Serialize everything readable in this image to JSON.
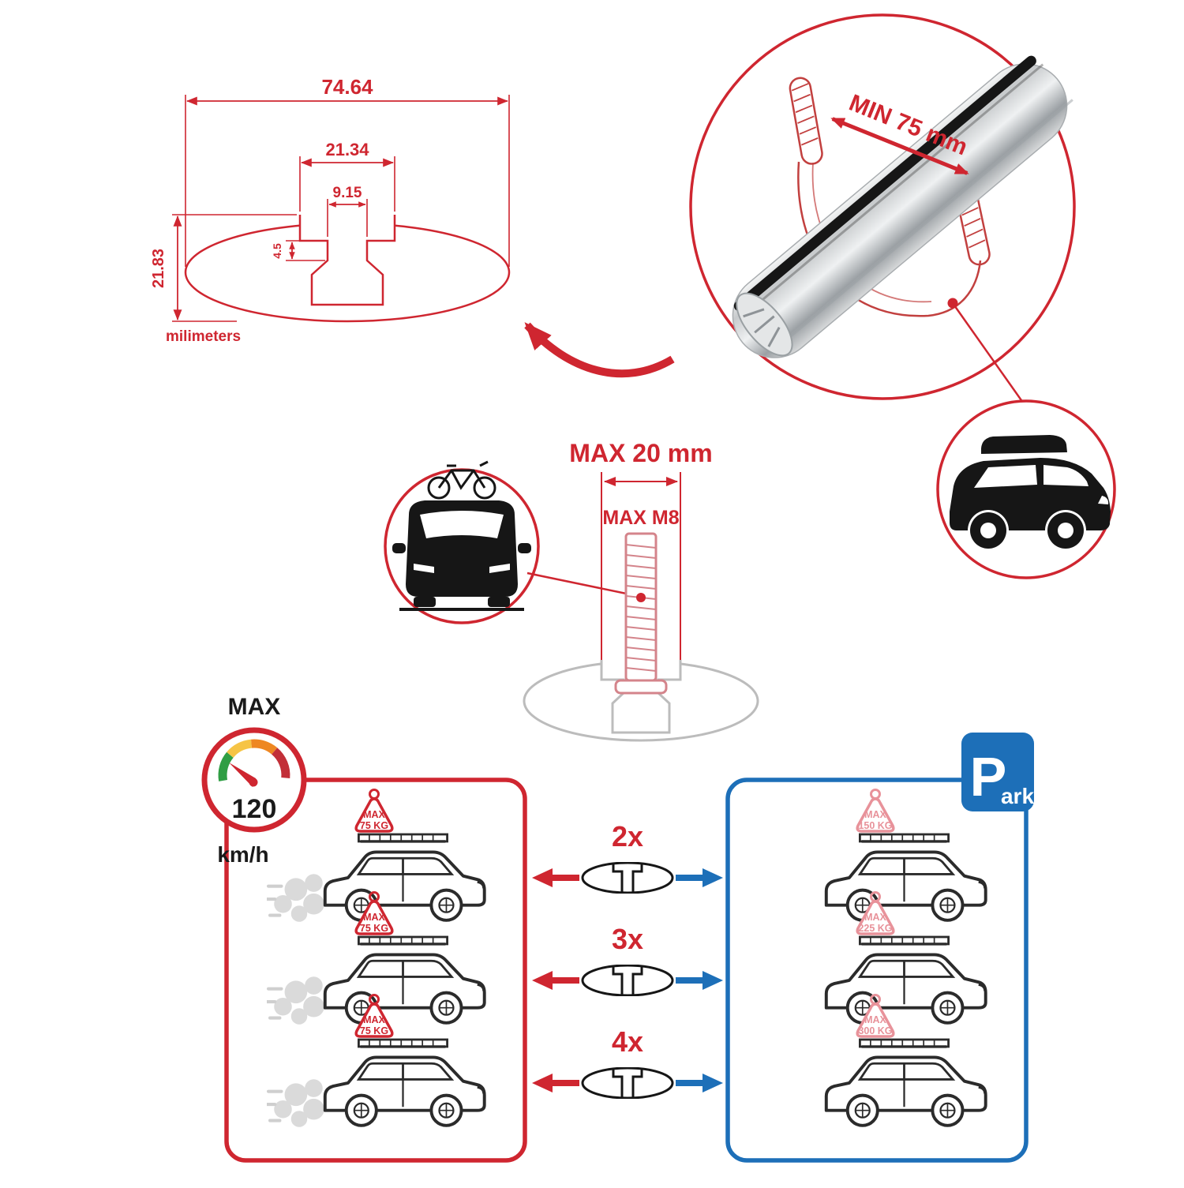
{
  "colors": {
    "red": "#cf2630",
    "blue": "#1d6fb8",
    "pink": "#e8929a",
    "dark": "#1a1a1a",
    "gray": "#bcbcbc",
    "gauge_green": "#2f9e44",
    "gauge_yellow": "#f6c445",
    "gauge_orange": "#ee8722",
    "gauge_red": "#c22f38"
  },
  "cross_section": {
    "total_width": "74.64",
    "slot_outer_width": "21.34",
    "slot_inner_width": "9.15",
    "step_depth": "4.5",
    "total_height": "21.83",
    "units_label": "milimeters"
  },
  "bar_detail": {
    "min_span_label": "MIN 75 mm"
  },
  "bolt_detail": {
    "max_width_label": "MAX 20 mm",
    "max_thread_label": "MAX M8"
  },
  "speed_limit": {
    "label": "MAX",
    "value": "120",
    "unit": "km/h"
  },
  "parking": {
    "letter": "P",
    "suffix": "ark"
  },
  "driving_cars": [
    {
      "tag_line1": "MAX",
      "tag_line2": "75 KG"
    },
    {
      "tag_line1": "MAX",
      "tag_line2": "75 KG"
    },
    {
      "tag_line1": "MAX",
      "tag_line2": "75 KG"
    }
  ],
  "parked_cars": [
    {
      "tag_line1": "MAX",
      "tag_line2": "150 KG"
    },
    {
      "tag_line1": "MAX",
      "tag_line2": "225 KG"
    },
    {
      "tag_line1": "MAX",
      "tag_line2": "300 KG"
    }
  ],
  "bar_quantities": [
    {
      "label": "2x"
    },
    {
      "label": "3x"
    },
    {
      "label": "4x"
    }
  ]
}
